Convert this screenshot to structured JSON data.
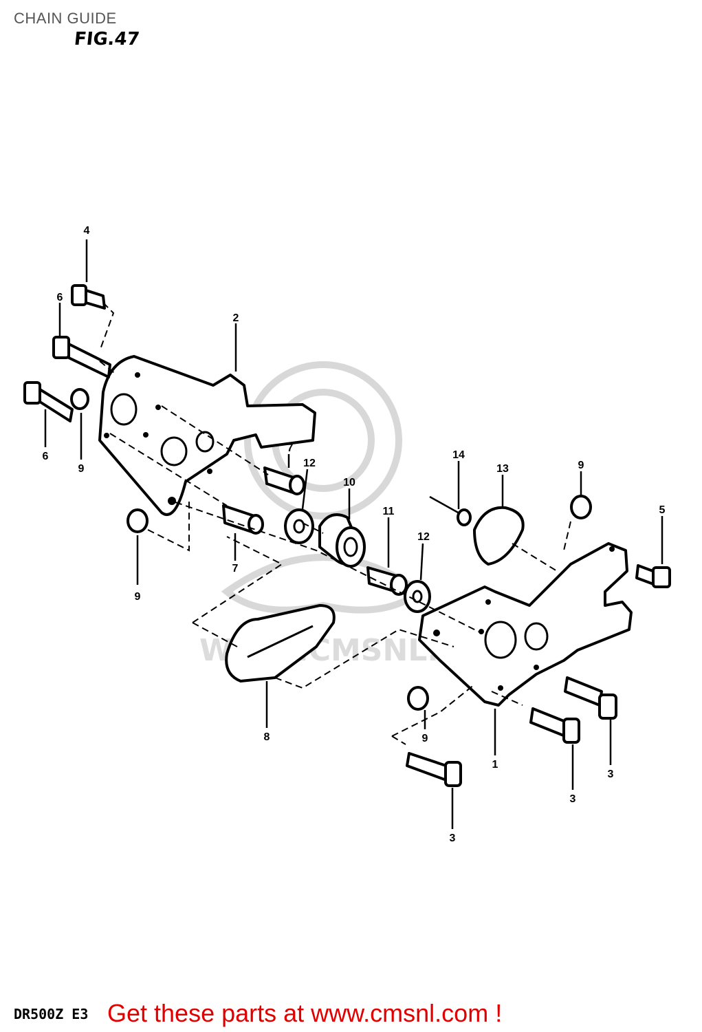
{
  "header": {
    "title": "CHAIN GUIDE",
    "figure": "FIG.47"
  },
  "diagram": {
    "callouts": [
      {
        "id": "c4",
        "label": "4"
      },
      {
        "id": "c6a",
        "label": "6"
      },
      {
        "id": "c6b",
        "label": "6"
      },
      {
        "id": "c9a",
        "label": "9"
      },
      {
        "id": "c2",
        "label": "2"
      },
      {
        "id": "c7a",
        "label": "7"
      },
      {
        "id": "c12a",
        "label": "12"
      },
      {
        "id": "c10",
        "label": "10"
      },
      {
        "id": "c7b",
        "label": "7"
      },
      {
        "id": "c9b",
        "label": "9"
      },
      {
        "id": "c11",
        "label": "11"
      },
      {
        "id": "c12b",
        "label": "12"
      },
      {
        "id": "c14",
        "label": "14"
      },
      {
        "id": "c13",
        "label": "13"
      },
      {
        "id": "c9c",
        "label": "9"
      },
      {
        "id": "c5",
        "label": "5"
      },
      {
        "id": "c8",
        "label": "8"
      },
      {
        "id": "c9d",
        "label": "9"
      },
      {
        "id": "c1",
        "label": "1"
      },
      {
        "id": "c3a",
        "label": "3"
      },
      {
        "id": "c3b",
        "label": "3"
      },
      {
        "id": "c3c",
        "label": "3"
      }
    ],
    "watermark": "WWW.CMSNL.COM"
  },
  "footer": {
    "model": "DR500Z E3",
    "cta": "Get these parts at www.cmsnl.com !"
  }
}
